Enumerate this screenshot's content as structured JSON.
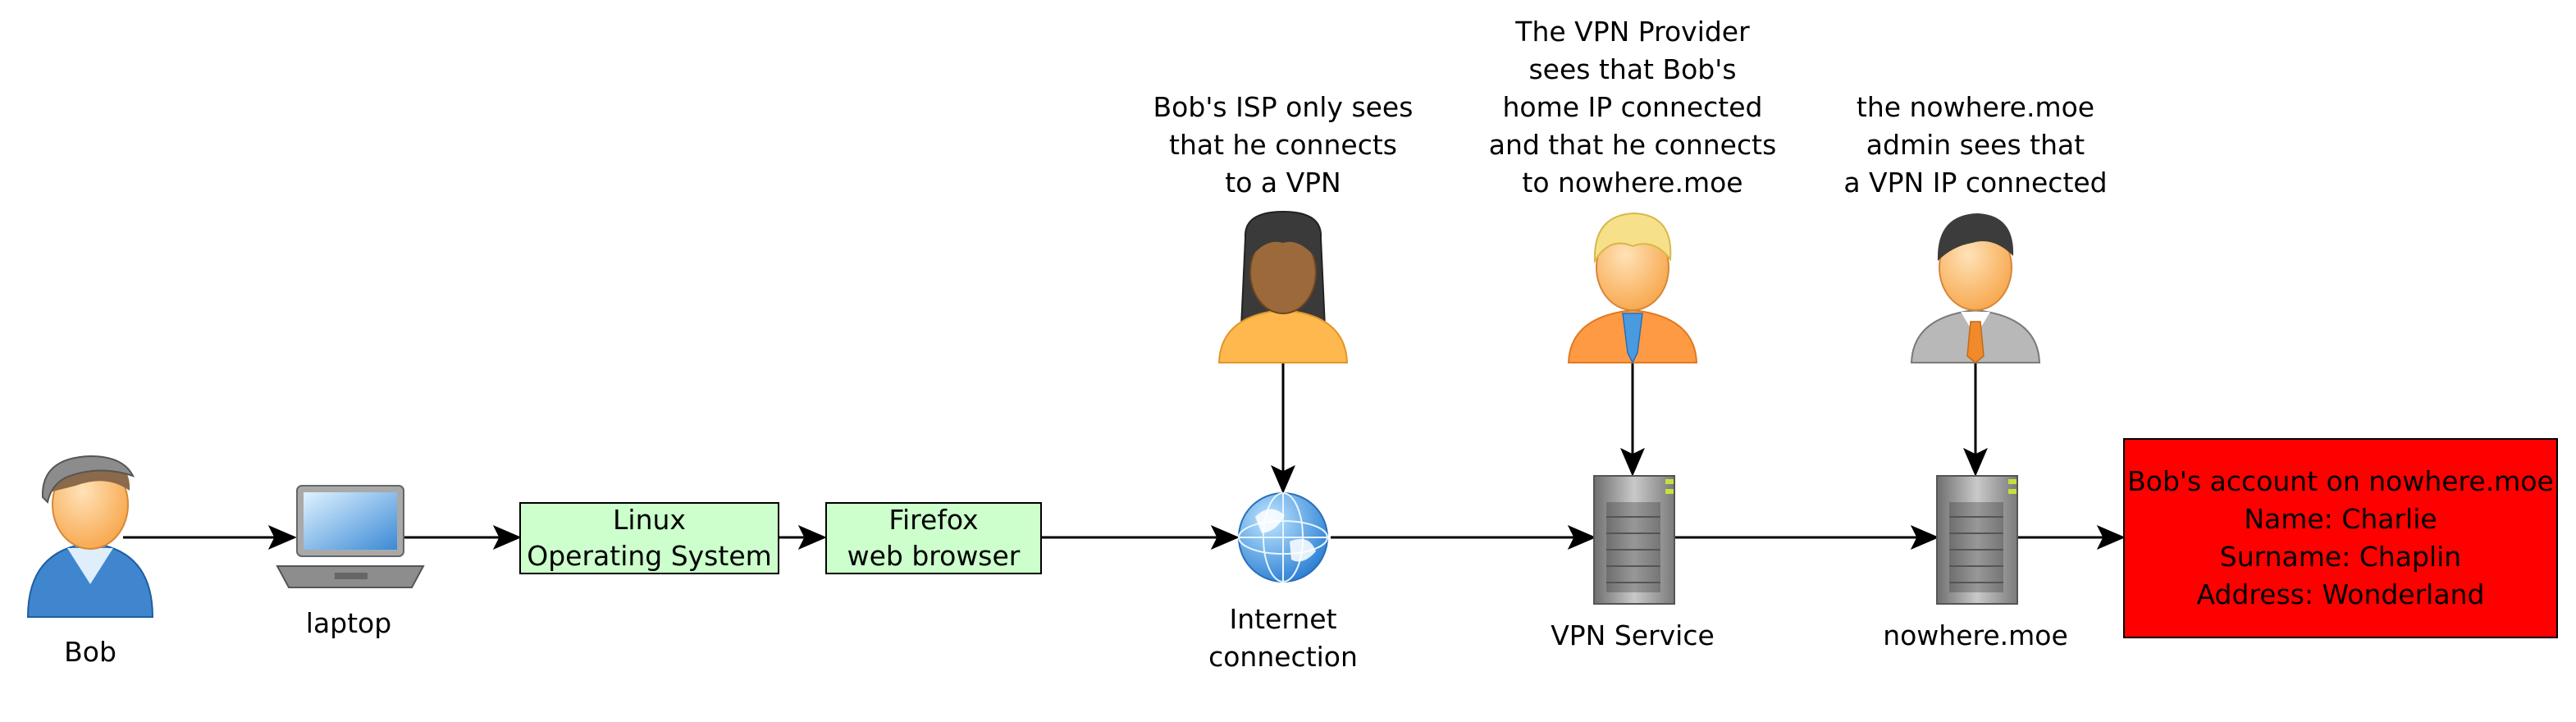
{
  "nodes": {
    "bob": {
      "label": "Bob"
    },
    "laptop": {
      "label": "laptop"
    },
    "linux": {
      "label": "Linux\nOperating System"
    },
    "firefox": {
      "label": "Firefox\nweb browser"
    },
    "internet": {
      "label": "Internet\nconnection"
    },
    "vpn": {
      "label": "VPN Service"
    },
    "nowhere": {
      "label": "nowhere.moe"
    },
    "account": {
      "label": "Bob's account on nowhere.moe\nName: Charlie\nSurname: Chaplin\nAddress: Wonderland"
    }
  },
  "observers": {
    "isp": {
      "caption": "Bob's ISP only sees\nthat he connects\nto a VPN"
    },
    "vpn_provider": {
      "caption": "The VPN Provider\nsees that Bob's\nhome IP connected\nand that he connects\nto nowhere.moe"
    },
    "admin": {
      "caption": "the nowhere.moe\nadmin sees that\na VPN IP connected"
    }
  },
  "colors": {
    "software_box": "#ccffcc",
    "account_box": "#ff0000",
    "arrow": "#000000"
  },
  "icons": {
    "bob": "user-hoodie-icon",
    "laptop": "laptop-icon",
    "internet": "globe-icon",
    "vpn": "server-icon",
    "nowhere": "server-icon",
    "isp": "person-female-icon",
    "vpn_provider": "person-blond-icon",
    "admin": "person-businessman-icon"
  }
}
